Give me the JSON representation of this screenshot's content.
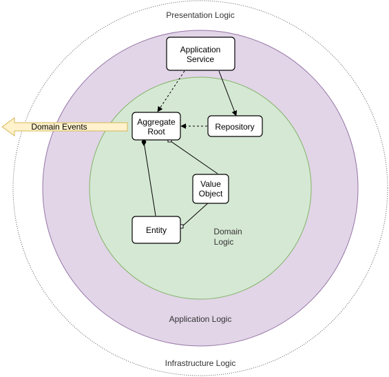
{
  "colors": {
    "background": "#ffffff",
    "application_fill": "#e1d5e7",
    "application_stroke": "#9673a6",
    "domain_fill": "#d5e8d4",
    "domain_stroke": "#82b366",
    "outer_stroke": "#555555",
    "event_arrow_fill": "#fff2cc",
    "event_arrow_stroke": "#d6b656",
    "node_fill": "#ffffff",
    "node_stroke": "#000000"
  },
  "rings": {
    "presentation": "Presentation Logic",
    "infrastructure": "Infrastructure Logic",
    "application": "Application Logic",
    "domain_line1": "Domain",
    "domain_line2": "Logic"
  },
  "nodes": {
    "application_service": {
      "line1": "Application",
      "line2": "Service"
    },
    "aggregate_root": {
      "line1": "Aggregate",
      "line2": "Root"
    },
    "repository": {
      "line1": "Repository"
    },
    "value_object": {
      "line1": "Value",
      "line2": "Object"
    },
    "entity": {
      "line1": "Entity"
    }
  },
  "events": {
    "label": "Domain Events"
  }
}
